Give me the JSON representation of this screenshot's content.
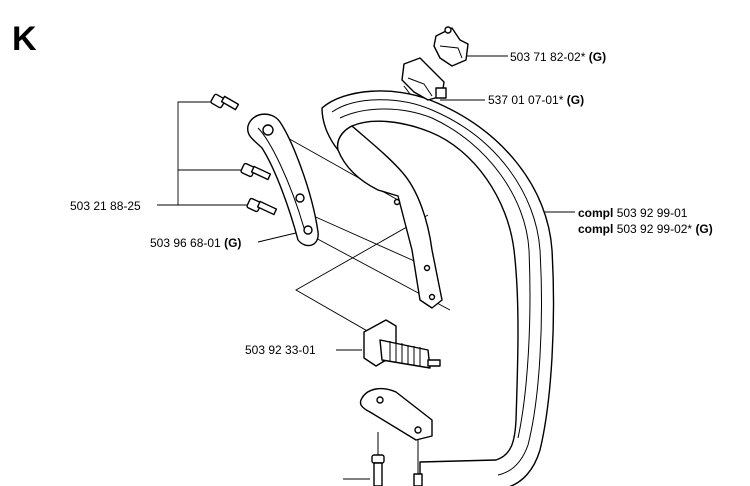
{
  "section": "K",
  "labels": {
    "bolts_group": "503 21 88-25",
    "bracket": {
      "number": "503 96 68-01",
      "suffix": "(G)"
    },
    "clip_top": {
      "number": "503 71 82-02*",
      "suffix": "(G)"
    },
    "clip_bottom": {
      "number": "537 01 07-01*",
      "suffix": "(G)"
    },
    "handle_1": {
      "prefix": "compl",
      "number": "503 92 99-01"
    },
    "handle_2": {
      "prefix": "compl",
      "number": "503 92 99-02*",
      "suffix": "(G)"
    },
    "spring": "503 92 33-01"
  }
}
